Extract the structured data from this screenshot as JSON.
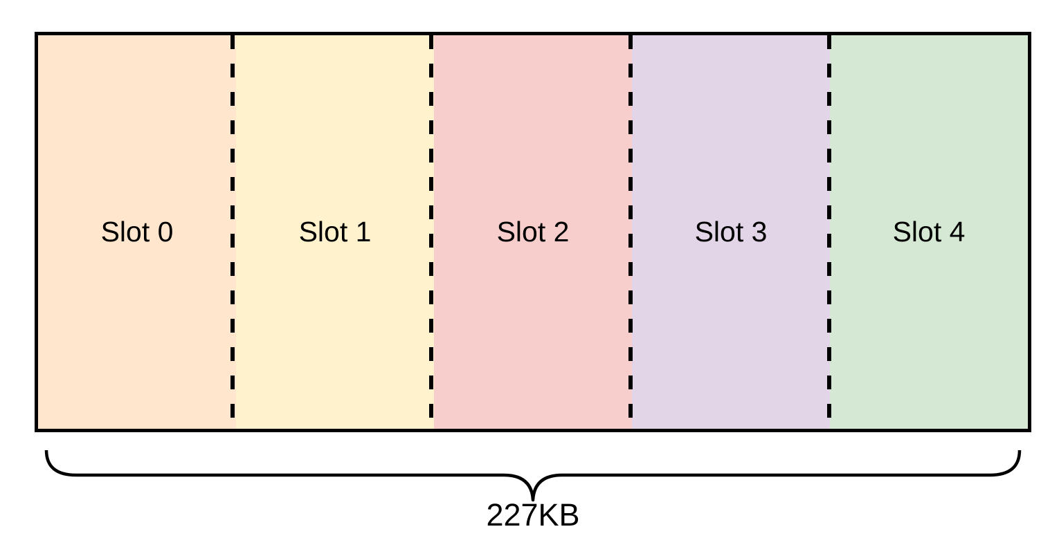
{
  "diagram": {
    "title": "memory-slots-diagram",
    "slots": [
      {
        "label": "Slot 0",
        "color": "#FFE6CC"
      },
      {
        "label": "Slot 1",
        "color": "#FFF2CC"
      },
      {
        "label": "Slot 2",
        "color": "#F8CECC"
      },
      {
        "label": "Slot 3",
        "color": "#E1D5E7"
      },
      {
        "label": "Slot 4",
        "color": "#D5E8D4"
      }
    ],
    "total_size_label": "227KB",
    "stroke_color": "#000000",
    "text_color": "#000000"
  }
}
